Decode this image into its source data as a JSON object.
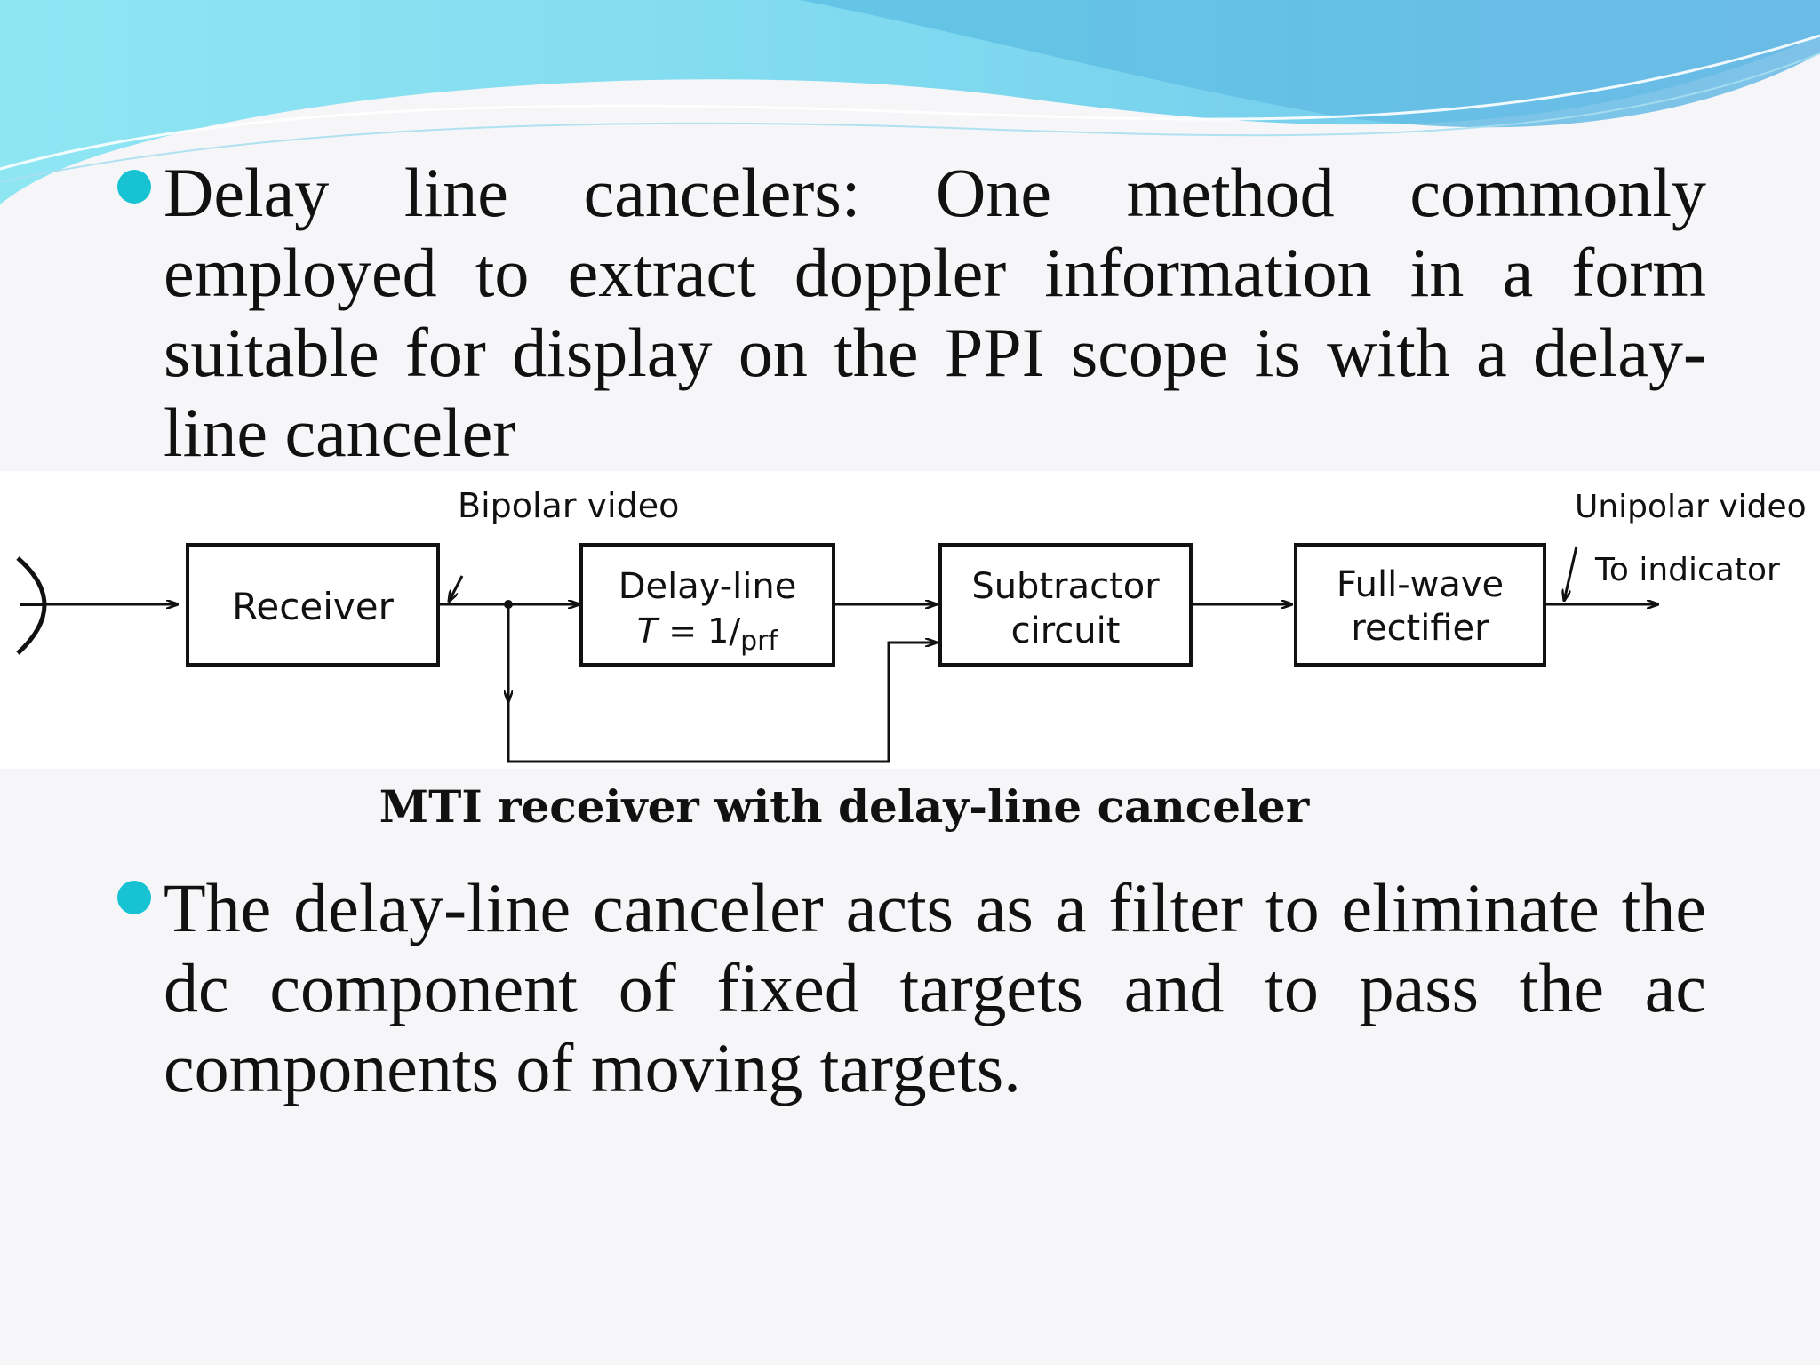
{
  "slide": {
    "bullets": [
      {
        "text": "Delay line cancelers: One method commonly employed to extract doppler information in a form suitable for display on the PPI scope is with a delay-line canceler"
      },
      {
        "text": "The delay-line canceler acts as a filter to eliminate the dc component of fixed targets and to pass the ac components of moving targets."
      }
    ],
    "accent_color": "#17c3d3"
  },
  "diagram": {
    "blocks": {
      "receiver": "Receiver",
      "delay_line_line1": "Delay-line",
      "delay_line_line2_T": "T",
      "delay_line_line2_eq": " = ",
      "delay_line_line2_frac": "1/",
      "delay_line_line2_sub": "prf",
      "subtractor_line1": "Subtractor",
      "subtractor_line2": "circuit",
      "rectifier_line1": "Full-wave",
      "rectifier_line2": "rectifier"
    },
    "labels": {
      "bipolar": "Bipolar video",
      "unipolar": "Unipolar video",
      "to_indicator": "To indicator"
    },
    "caption": "MTI receiver with delay-line canceler"
  }
}
